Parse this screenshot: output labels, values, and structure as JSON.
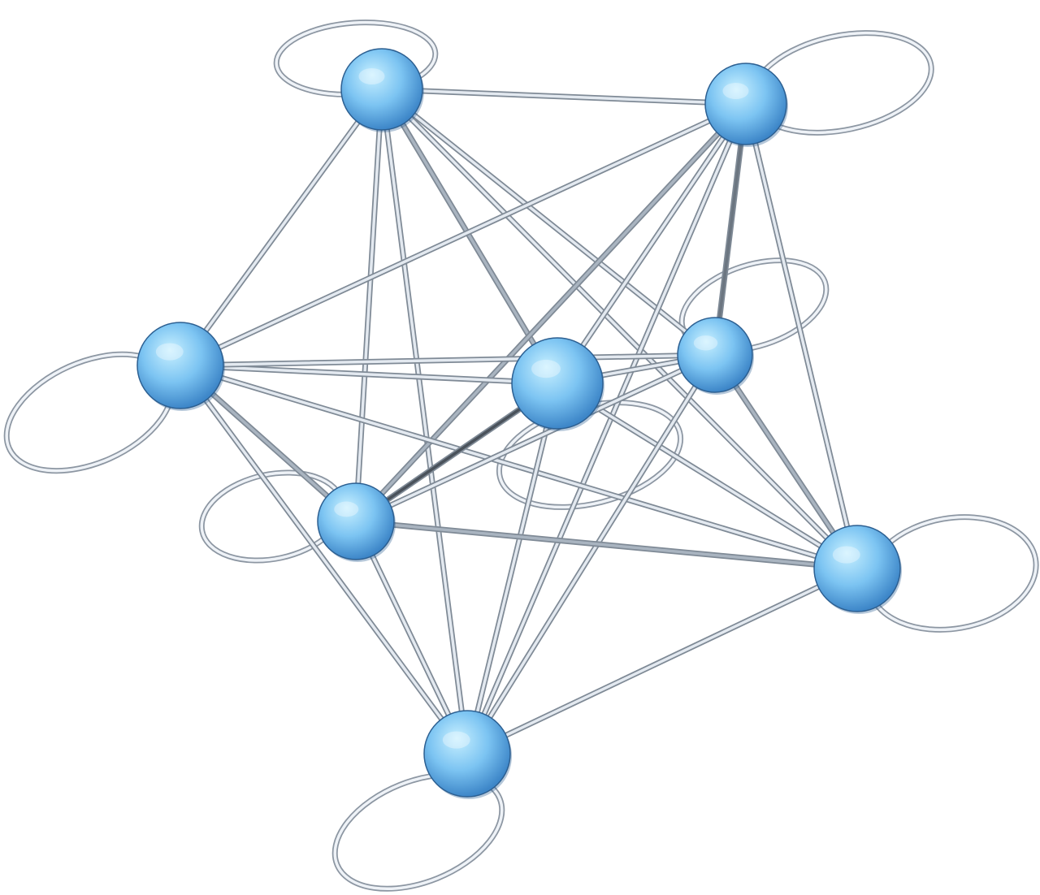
{
  "diagram": {
    "type": "complete-graph-with-self-loops",
    "colors": {
      "background": "#ffffff",
      "node_fill_light": "#c8f0ff",
      "node_fill_mid": "#7cc4f2",
      "node_fill_dark": "#3d86c8",
      "node_rim": "#2c5f91",
      "edge_light": "#e3e9f0",
      "edge_dark": "#4a525b",
      "loop": "#eef2f7"
    },
    "nodes": [
      {
        "id": "n1",
        "label": "",
        "radius": 50,
        "depth": "back"
      },
      {
        "id": "n2",
        "label": "",
        "radius": 50,
        "depth": "back"
      },
      {
        "id": "n3",
        "label": "",
        "radius": 53,
        "depth": "middle"
      },
      {
        "id": "n4",
        "label": "",
        "radius": 56,
        "depth": "front"
      },
      {
        "id": "n5",
        "label": "",
        "radius": 46,
        "depth": "back"
      },
      {
        "id": "n6",
        "label": "",
        "radius": 47,
        "depth": "middle"
      },
      {
        "id": "n7",
        "label": "",
        "radius": 53,
        "depth": "front"
      },
      {
        "id": "n8",
        "label": "",
        "radius": 53,
        "depth": "front"
      }
    ],
    "edges": [
      {
        "from": "n1",
        "to": "n2",
        "shade": "light"
      },
      {
        "from": "n1",
        "to": "n3",
        "shade": "light"
      },
      {
        "from": "n1",
        "to": "n4",
        "shade": "medium"
      },
      {
        "from": "n1",
        "to": "n5",
        "shade": "light"
      },
      {
        "from": "n1",
        "to": "n6",
        "shade": "light"
      },
      {
        "from": "n1",
        "to": "n7",
        "shade": "light"
      },
      {
        "from": "n1",
        "to": "n8",
        "shade": "light"
      },
      {
        "from": "n2",
        "to": "n3",
        "shade": "light"
      },
      {
        "from": "n2",
        "to": "n4",
        "shade": "light"
      },
      {
        "from": "n2",
        "to": "n5",
        "shade": "dark"
      },
      {
        "from": "n2",
        "to": "n6",
        "shade": "medium"
      },
      {
        "from": "n2",
        "to": "n7",
        "shade": "light"
      },
      {
        "from": "n2",
        "to": "n8",
        "shade": "light"
      },
      {
        "from": "n3",
        "to": "n4",
        "shade": "light"
      },
      {
        "from": "n3",
        "to": "n5",
        "shade": "light"
      },
      {
        "from": "n3",
        "to": "n6",
        "shade": "medium"
      },
      {
        "from": "n3",
        "to": "n7",
        "shade": "light"
      },
      {
        "from": "n3",
        "to": "n8",
        "shade": "light"
      },
      {
        "from": "n4",
        "to": "n5",
        "shade": "light"
      },
      {
        "from": "n4",
        "to": "n6",
        "shade": "very-dark"
      },
      {
        "from": "n4",
        "to": "n7",
        "shade": "light"
      },
      {
        "from": "n4",
        "to": "n8",
        "shade": "light"
      },
      {
        "from": "n5",
        "to": "n6",
        "shade": "light"
      },
      {
        "from": "n5",
        "to": "n7",
        "shade": "medium"
      },
      {
        "from": "n5",
        "to": "n8",
        "shade": "light"
      },
      {
        "from": "n6",
        "to": "n7",
        "shade": "medium"
      },
      {
        "from": "n6",
        "to": "n8",
        "shade": "light"
      },
      {
        "from": "n7",
        "to": "n8",
        "shade": "light"
      }
    ],
    "self_loops": [
      "n1",
      "n2",
      "n3",
      "n4",
      "n5",
      "n6",
      "n7",
      "n8"
    ]
  }
}
